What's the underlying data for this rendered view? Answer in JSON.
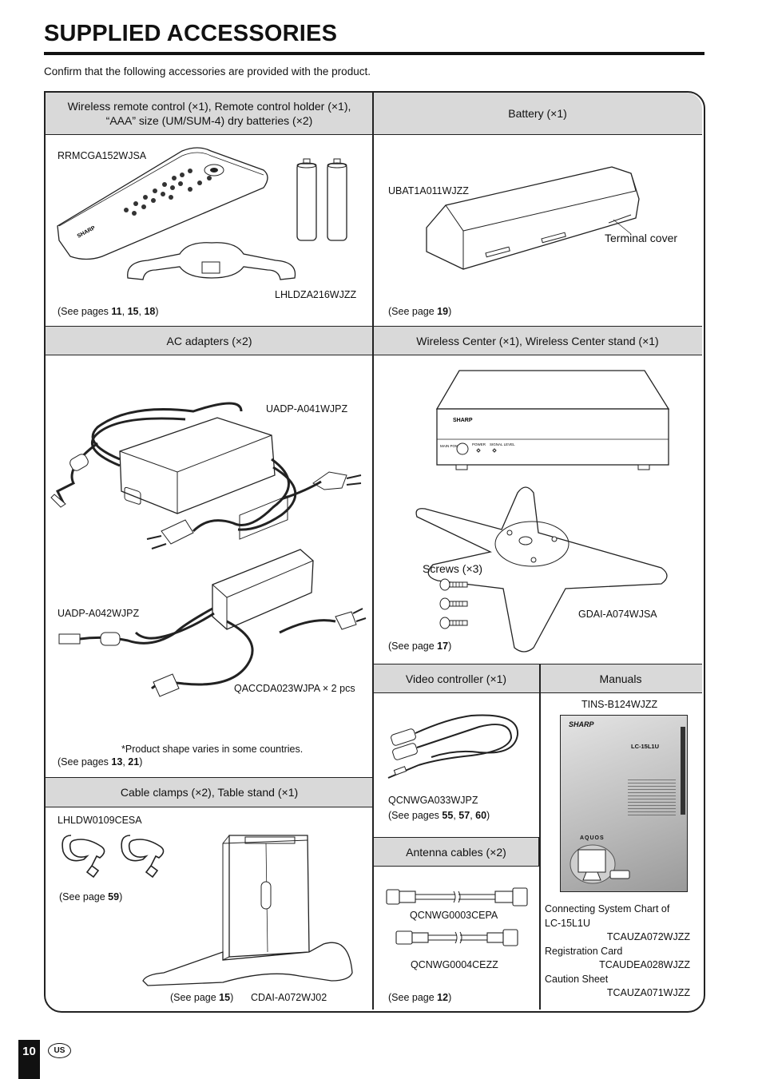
{
  "page": {
    "title": "SUPPLIED ACCESSORIES",
    "intro": "Confirm that the following accessories are provided with the product.",
    "page_number": "10",
    "region": "US"
  },
  "sections": {
    "remote": {
      "header_l1": "Wireless remote control (×1), Remote control holder (×1),",
      "header_l2": "“AAA” size (UM/SUM-4) dry batteries (×2)",
      "part_remote": "RRMCGA152WJSA",
      "part_holder": "LHLDZA216WJZZ",
      "see_prefix": "(See pages ",
      "pages": [
        "11",
        "15",
        "18"
      ],
      "see_suffix": ")",
      "brand": "SHARP"
    },
    "battery": {
      "header": "Battery (×1)",
      "part": "UBAT1A011WJZZ",
      "callout": "Terminal cover",
      "see_prefix": "(See page ",
      "page": "19",
      "see_suffix": ")"
    },
    "ac": {
      "header": "AC adapters (×2)",
      "part1": "UADP-A041WJPZ",
      "part2": "UADP-A042WJPZ",
      "cord": "QACCDA023WJPA × 2 pcs",
      "note": "*Product shape varies in some countries.",
      "see_prefix": "(See pages ",
      "pages": [
        "13",
        "21"
      ],
      "see_suffix": ")"
    },
    "wireless_center": {
      "header": "Wireless Center (×1), Wireless Center stand (×1)",
      "brand": "SHARP",
      "main_power": "MAIN POWER",
      "power": "POWER",
      "signal_level": "SIGNAL LEVEL",
      "screws": "Screws (×3)",
      "stand_part": "GDAI-A074WJSA",
      "see_prefix": "(See page ",
      "page": "17",
      "see_suffix": ")"
    },
    "video": {
      "header": "Video controller (×1)",
      "part": "QCNWGA033WJPZ",
      "see_prefix": "(See pages ",
      "pages": [
        "55",
        "57",
        "60"
      ],
      "see_suffix": ")"
    },
    "manuals": {
      "header": "Manuals",
      "part": "TINS-B124WJZZ",
      "cover_brand": "SHARP",
      "cover_model": "LC-15L1U",
      "cover_series": "AQUOS",
      "chart_l1": "Connecting System Chart of",
      "chart_l2": "LC-15L1U",
      "chart_part": "TCAUZA072WJZZ",
      "reg": "Registration Card",
      "reg_part": "TCAUDEA028WJZZ",
      "caution": "Caution Sheet",
      "caution_part": "TCAUZA071WJZZ"
    },
    "cable": {
      "header": "Cable clamps (×2), Table stand (×1)",
      "part_clamp": "LHLDW0109CESA",
      "see_prefix": "(See page ",
      "page_clamp": "59",
      "see_suffix": ")",
      "page_stand": "15",
      "part_stand": "CDAI-A072WJ02"
    },
    "antenna": {
      "header": "Antenna cables (×2)",
      "part1": "QCNWG0003CEPA",
      "part2": "QCNWG0004CEZZ",
      "see_prefix": "(See page ",
      "page": "12",
      "see_suffix": ")"
    }
  }
}
